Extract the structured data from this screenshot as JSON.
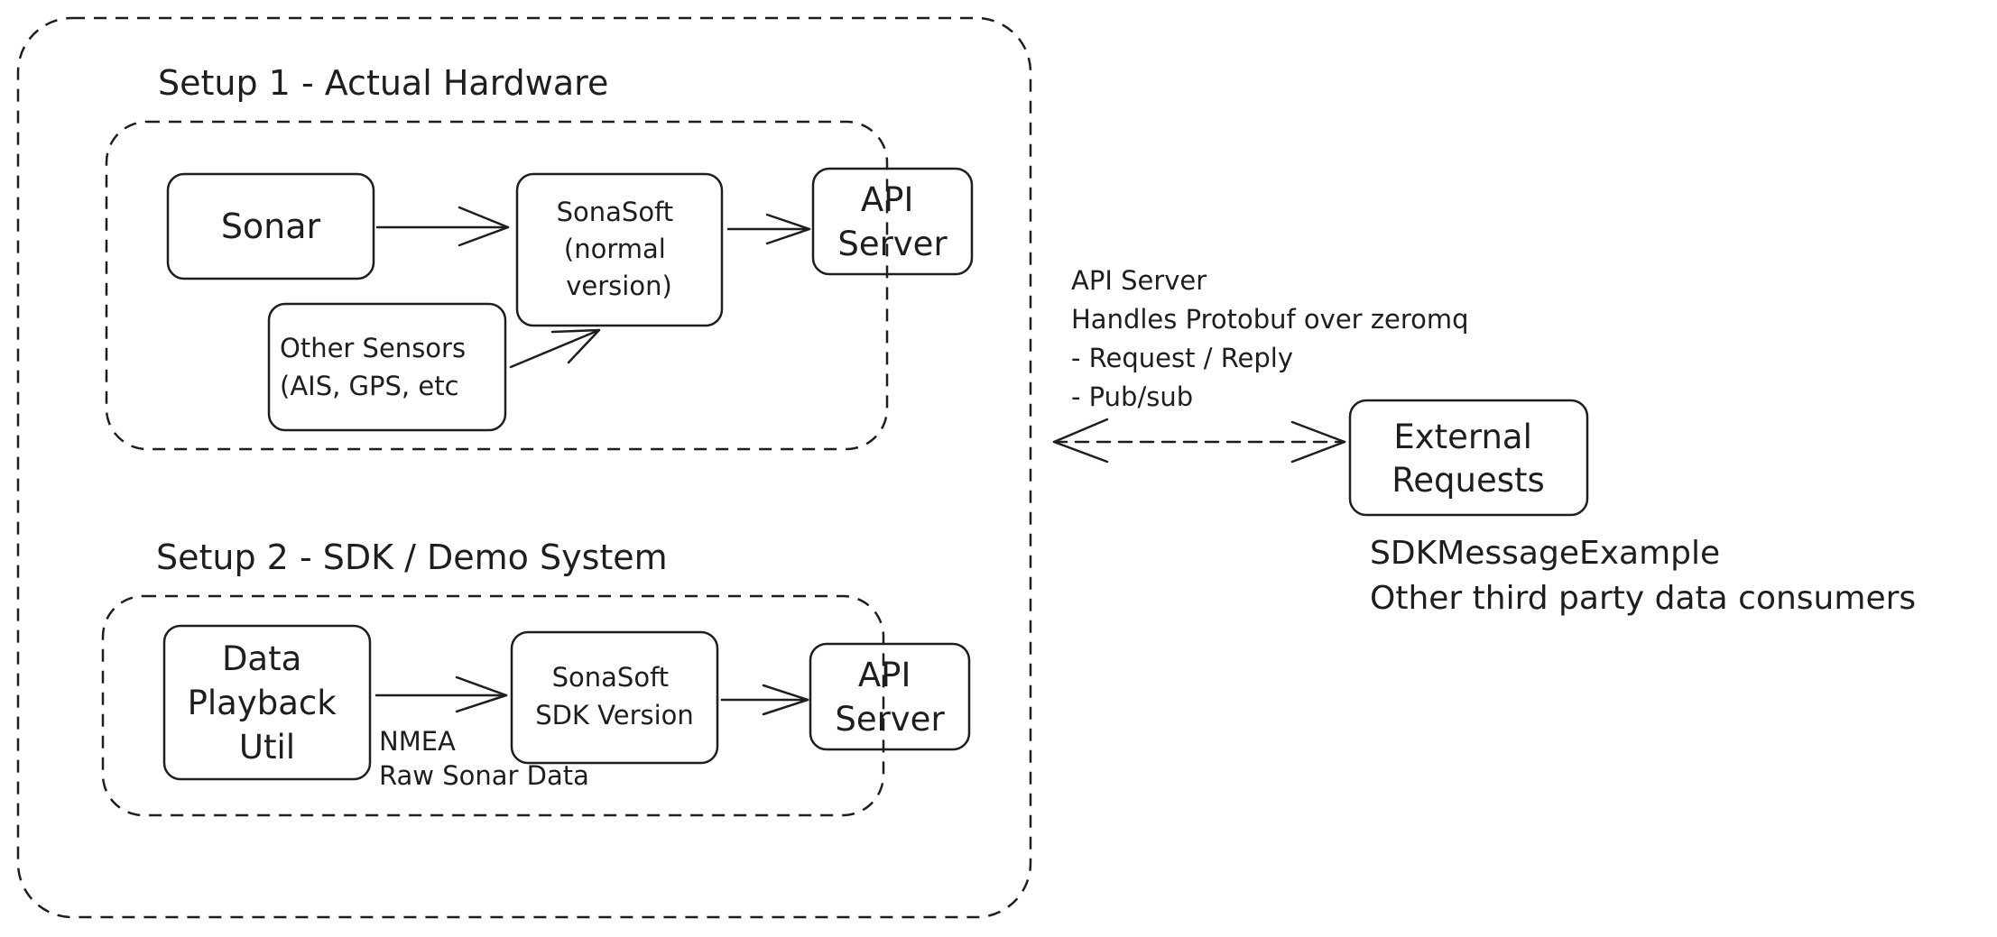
{
  "diagram": {
    "setup1_title": "Setup 1 - Actual Hardware",
    "setup2_title": "Setup 2 - SDK / Demo System",
    "nodes": {
      "sonar": [
        "Sonar"
      ],
      "sonasoft_normal": [
        "SonaSoft",
        "(normal",
        "version)"
      ],
      "api_server_1": [
        "API",
        "Server"
      ],
      "other_sensors": [
        "Other Sensors",
        "(AIS, GPS, etc"
      ],
      "data_playback": [
        "Data",
        "Playback",
        "Util"
      ],
      "sonasoft_sdk": [
        "SonaSoft",
        "SDK Version"
      ],
      "api_server_2": [
        "API",
        "Server"
      ],
      "external_requests": [
        "External",
        "Requests"
      ]
    },
    "edge_label_playback": [
      "NMEA",
      "Raw Sonar Data"
    ],
    "api_note": [
      "API Server",
      "Handles Protobuf over zeromq",
      "- Request / Reply",
      "- Pub/sub"
    ],
    "consumers_note": [
      "SDKMessageExample",
      "Other third party data consumers"
    ]
  }
}
